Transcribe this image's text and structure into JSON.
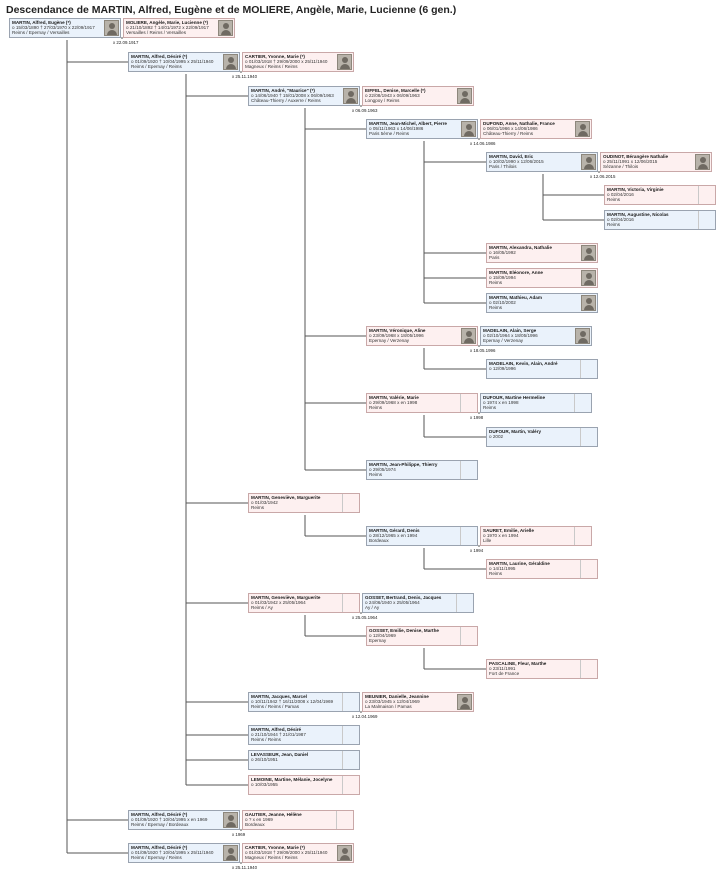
{
  "title": "Descendance de  MARTIN, Alfred, Eugène  et de  MOLIERE, Angèle, Marie, Lucienne  (6 gen.)",
  "colors": {
    "male_bg": "#eaf2fb",
    "female_bg": "#fdf0f0",
    "line": "#555555"
  },
  "cards": [
    {
      "id": "c1",
      "sex": "m",
      "photo": true,
      "name": "MARTIN, Alfred, Eugène  (*)",
      "dates": "o 15/03/1890     † 27/03/1970     x 22/09/1917",
      "place": "Reims / Epernay / Versailles"
    },
    {
      "id": "c2",
      "sex": "f",
      "photo": true,
      "name": "MOLIERE, Angèle, Marie, Lucienne  (*)",
      "dates": "o 21/10/1892   † 14/01/1972   x 22/09/1917",
      "place": "Versailles / Reims / Versailles"
    },
    {
      "id": "c3",
      "sex": "m",
      "photo": true,
      "name": "MARTIN, Alfred, Désiré  (*)",
      "dates": "o 01/09/1920     † 10/04/1995     x 25/11/1940",
      "place": "Reims / Epernay / Reims"
    },
    {
      "id": "c4",
      "sex": "f",
      "photo": true,
      "name": "CARTIER, Yvonne, Marie  (*)",
      "dates": "o 01/03/1918     † 29/09/2000     x 25/11/1940",
      "place": "Magneux / Reims / Reims"
    },
    {
      "id": "c5",
      "sex": "m",
      "photo": true,
      "name": "MARTIN, André, \"Maurice\"  (*)",
      "dates": "o 14/06/1940     † 15/01/2008     x 06/09/1963",
      "place": "Château-Thierry / Auxerre / Reims"
    },
    {
      "id": "c6",
      "sex": "f",
      "photo": true,
      "name": "EIFFEL, Denise, Marcelle  (*)",
      "dates": "o 22/08/1943     x 06/09/1963",
      "place": "Longpoy / Reims"
    },
    {
      "id": "c7",
      "sex": "m",
      "photo": true,
      "name": "MARTIN, Jean-Michel, Albert, Pierre",
      "dates": "o 05/11/1963     x 14/06/1986",
      "place": "Paris 5ème / Reims"
    },
    {
      "id": "c8",
      "sex": "f",
      "photo": true,
      "name": "DUPOND, Anne, Nathalie, France",
      "dates": "o 06/01/1966     x 14/06/1986",
      "place": "Château-Thierry / Reims"
    },
    {
      "id": "c9",
      "sex": "m",
      "photo": true,
      "name": "MARTIN, David, Eric",
      "dates": "o 10/02/1990     x 12/06/2015",
      "place": "Paris / Thilois"
    },
    {
      "id": "c10",
      "sex": "f",
      "photo": true,
      "name": "OUDINOT, Bérangère Nathalie",
      "dates": "o 25/11/1991     x 12/06/2015",
      "place": "Sézanne / Thilois"
    },
    {
      "id": "c11",
      "sex": "f",
      "photo": false,
      "name": "MARTIN, Victoria, Virginie",
      "dates": "o 02/04/2016",
      "place": "Reims"
    },
    {
      "id": "c12",
      "sex": "m",
      "photo": false,
      "name": "MARTIN, Augustine, Nicolas",
      "dates": "o 02/04/2016",
      "place": "Reims"
    },
    {
      "id": "c13",
      "sex": "f",
      "photo": true,
      "name": "MARTIN, Alexandra, Nathalie",
      "dates": "o 16/05/1992",
      "place": "Paris"
    },
    {
      "id": "c14",
      "sex": "f",
      "photo": true,
      "name": "MARTIN, Eléonore, Anne",
      "dates": "o 15/09/1994",
      "place": "Reims"
    },
    {
      "id": "c15",
      "sex": "m",
      "photo": true,
      "name": "MARTIN, Mathieu, Adam",
      "dates": "o 02/10/2002",
      "place": "Reims"
    },
    {
      "id": "c16",
      "sex": "f",
      "photo": true,
      "name": "MARTIN, Véronique, Aline",
      "dates": "o 23/09/1968     x 18/05/1996",
      "place": "Epernay / Verzenay"
    },
    {
      "id": "c17",
      "sex": "m",
      "photo": true,
      "name": "MADELAIN, Alain, Serge",
      "dates": "o 02/10/1964     x 18/05/1996",
      "place": "Epernay / Verzenay"
    },
    {
      "id": "c18",
      "sex": "m",
      "photo": false,
      "name": "MADELAIN, Kevin, Alain, André",
      "dates": "o 12/09/1996",
      "place": ""
    },
    {
      "id": "c19",
      "sex": "f",
      "photo": false,
      "name": "MARTIN, Valérie, Marie",
      "dates": "o 29/09/1968     x en 1998",
      "place": "Reims"
    },
    {
      "id": "c20",
      "sex": "m",
      "photo": false,
      "name": "DUFOUR, Martine Hermeline",
      "dates": "o 1974     x en 1998",
      "place": "Reims"
    },
    {
      "id": "c21",
      "sex": "m",
      "photo": false,
      "name": "DUFOUR, Martin, Valéry",
      "dates": "o 2002",
      "place": ""
    },
    {
      "id": "c22",
      "sex": "m",
      "photo": false,
      "name": "MARTIN, Jean-Philippe, Thierry",
      "dates": "o 29/05/1974",
      "place": "Reims"
    },
    {
      "id": "c23",
      "sex": "f",
      "photo": false,
      "name": "MARTIN, Geneviève, Marguerite",
      "dates": "o 01/03/1942",
      "place": "Reims"
    },
    {
      "id": "c24",
      "sex": "m",
      "photo": false,
      "name": "MARTIN, Gérard, Denis",
      "dates": "o 28/12/1965     x en 1994",
      "place": "Bordeaux"
    },
    {
      "id": "c25",
      "sex": "f",
      "photo": false,
      "name": "SAURET, Emilie, Arielle",
      "dates": "o 1970     x en 1994",
      "place": "Lille"
    },
    {
      "id": "c26",
      "sex": "f",
      "photo": false,
      "name": "MARTIN, Laurine, Géraldine",
      "dates": "o 14/11/1995",
      "place": "Reims"
    },
    {
      "id": "c27",
      "sex": "f",
      "photo": false,
      "name": "MARTIN, Geneviève, Marguerite",
      "dates": "o 01/03/1942     x 25/05/1964",
      "place": "Reims / Ay"
    },
    {
      "id": "c28",
      "sex": "m",
      "photo": false,
      "name": "GOSSET, Bertrand, Denis, Jacques",
      "dates": "o 24/06/1940     x 25/05/1964",
      "place": "Ay / Ay"
    },
    {
      "id": "c29",
      "sex": "f",
      "photo": false,
      "name": "GOSSET, Emilie, Denise, Marthe",
      "dates": "o 12/04/1969",
      "place": "Epernay"
    },
    {
      "id": "c30",
      "sex": "f",
      "photo": false,
      "name": "PASCALINE, Fleur, Marthe",
      "dates": "o 23/11/1991",
      "place": "Fort de France"
    },
    {
      "id": "c31",
      "sex": "m",
      "photo": false,
      "name": "MARTIN, Jacques, Marcel",
      "dates": "o 10/11/1942     † 16/11/2008     x 12/04/1969",
      "place": "Reims / Reims / Pamas"
    },
    {
      "id": "c32",
      "sex": "f",
      "photo": true,
      "name": "MEUNIER, Danielle, Jeannine",
      "dates": "o 23/03/1945     x 12/04/1969",
      "place": "La Malmaison / Pamas"
    },
    {
      "id": "c33",
      "sex": "m",
      "photo": false,
      "name": "MARTIN, Alfred, Désiré",
      "dates": "o 21/10/1944     † 21/01/1987",
      "place": "Reims / Reims"
    },
    {
      "id": "c34",
      "sex": "m",
      "photo": false,
      "name": "LEVASSEUR, Jean, Daniel",
      "dates": "o 26/10/1951",
      "place": ""
    },
    {
      "id": "c35",
      "sex": "f",
      "photo": false,
      "name": "LEMOINE, Martine, Mélanie, Jocelyne",
      "dates": "o 10/03/1955",
      "place": ""
    },
    {
      "id": "c36",
      "sex": "m",
      "photo": true,
      "name": "MARTIN, Alfred, Désiré  (*)",
      "dates": "o 01/09/1920     † 10/04/1995     x en 1969",
      "place": "Reims / Epernay / Bordeaux"
    },
    {
      "id": "c37",
      "sex": "f",
      "photo": false,
      "name": "GAUTIER, Jeanne, Hélène",
      "dates": "o ?     x en 1969",
      "place": "Bordeaux"
    },
    {
      "id": "c38",
      "sex": "m",
      "photo": true,
      "name": "MARTIN, Alfred, Désiré  (*)",
      "dates": "o 01/09/1920     † 10/04/1995     x 25/11/1940",
      "place": "Reims / Epernay / Reims"
    },
    {
      "id": "c39",
      "sex": "f",
      "photo": true,
      "name": "CARTIER, Yvonne, Marie  (*)",
      "dates": "o 01/03/1918     † 29/09/2000     x 25/11/1940",
      "place": "Magneux / Reims / Reims"
    }
  ],
  "marriages": [
    {
      "id": "m1",
      "text": "x 22.09.1917"
    },
    {
      "id": "m2",
      "text": "x 25.11.1940"
    },
    {
      "id": "m3",
      "text": "x 06.09.1963"
    },
    {
      "id": "m4",
      "text": "x 14.06.1986"
    },
    {
      "id": "m5",
      "text": "x 12.06.2015"
    },
    {
      "id": "m6",
      "text": "x 18.05.1996"
    },
    {
      "id": "m7",
      "text": "x 1998"
    },
    {
      "id": "m8",
      "text": "x 1994"
    },
    {
      "id": "m9",
      "text": "x 25.05.1964"
    },
    {
      "id": "m10",
      "text": "x 12.04.1969"
    },
    {
      "id": "m11",
      "text": "x 1969"
    },
    {
      "id": "m12",
      "text": "x 25.11.1940"
    }
  ]
}
